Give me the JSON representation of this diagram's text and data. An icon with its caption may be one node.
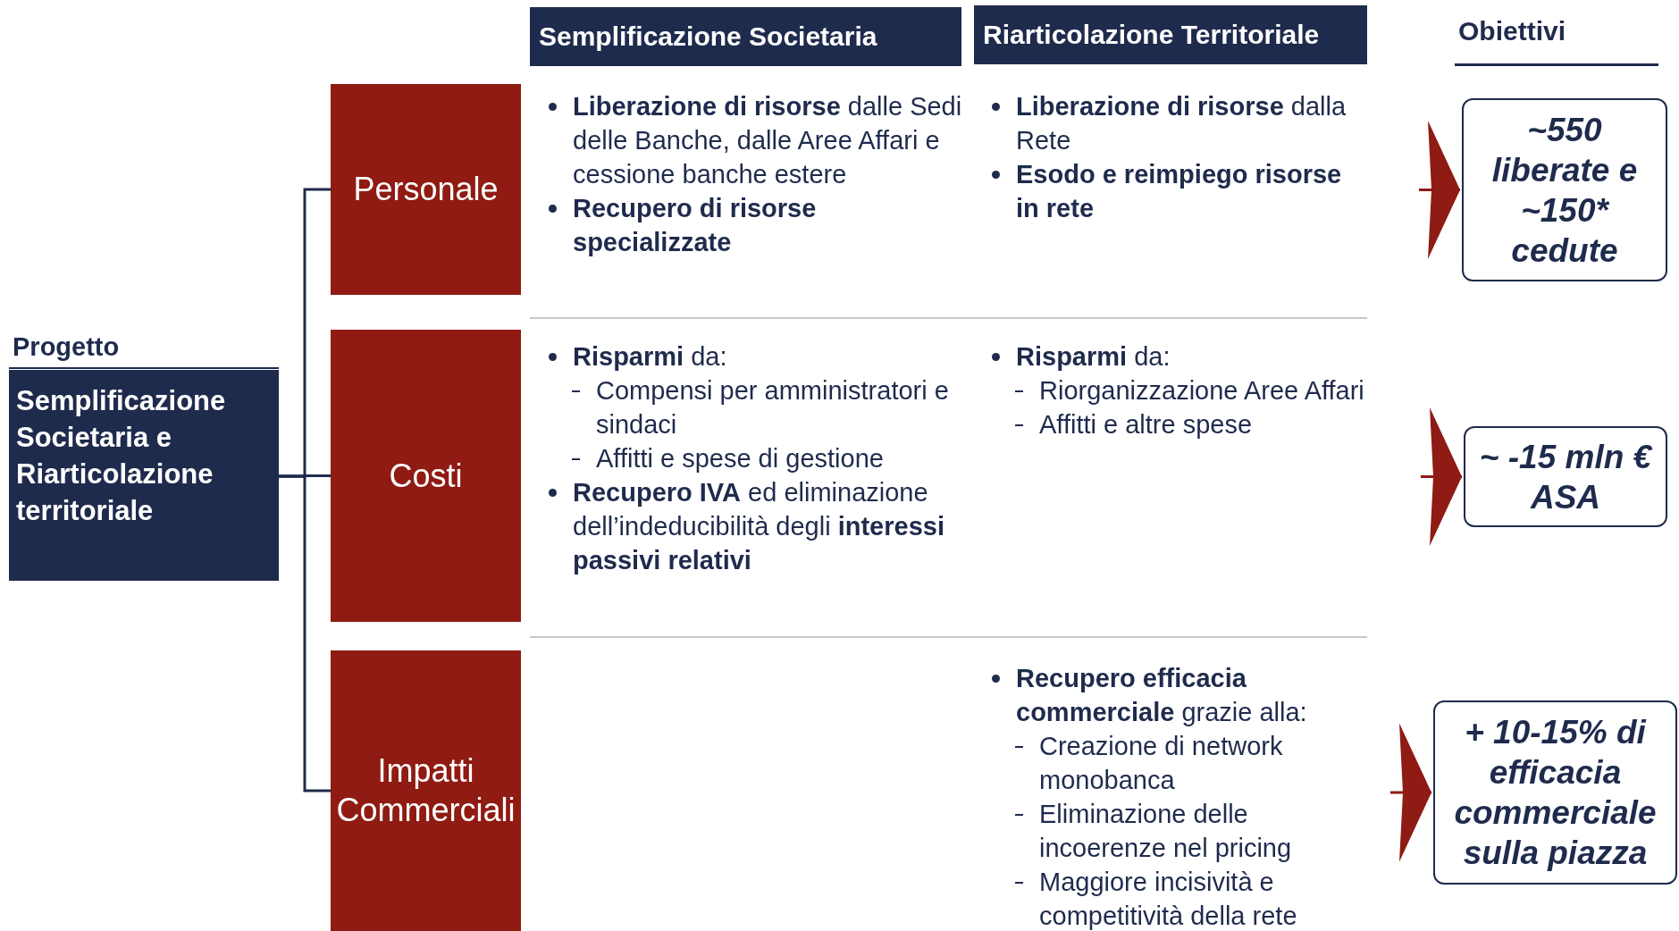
{
  "diagram": {
    "nodes": [
      {
        "text": [
          "Progetto",
          "Semplificazione Societaria e Riarticolazione territoriale"
        ]
      },
      {
        "text": [
          "Personale"
        ]
      },
      {
        "text": [
          "Costi"
        ]
      },
      {
        "text": [
          "Impatti Commerciali"
        ]
      },
      {
        "text": [
          "Semplificazione Societaria"
        ]
      },
      {
        "text": [
          "Riarticolazione Territoriale"
        ]
      },
      {
        "text": [
          "~550 liberate e ~150* cedute"
        ]
      },
      {
        "text": [
          "~ -15 mln € ASA"
        ]
      },
      {
        "text": [
          "+ 10-15% di efficacia commerciale sulla piazza"
        ]
      }
    ],
    "edges": [
      {
        "from": 0,
        "to": 1,
        "arrow": "none"
      },
      {
        "from": 0,
        "to": 2,
        "arrow": "none"
      },
      {
        "from": 0,
        "to": 3,
        "arrow": "none"
      },
      {
        "from": null,
        "to": 6,
        "arrow": "to",
        "color": "#8e1b14"
      },
      {
        "from": null,
        "to": 7,
        "arrow": "to",
        "color": "#8e1b14"
      },
      {
        "from": null,
        "to": 8,
        "arrow": "to",
        "color": "#8e1b14"
      }
    ],
    "labels": [
      "Obiettivi",
      "**Liberazione di risorse** dalle Sedi delle Banche, dalle Aree Affari e cessione banche estere",
      "**Recupero di risorse specializzate**",
      "**Liberazione di risorse** dalla Rete",
      "**Esodo e reimpiego risorse in rete**",
      "**Risparmi** da:",
      "Compensi per amministratori e sindaci",
      "Affitti e spese di gestione",
      "**Recupero IVA** ed eliminazione dell’indeducibilità degli **interessi passivi relativi**",
      "**Risparmi** da:",
      "Riorganizzazione Aree Affari",
      "Affitti e altre spese",
      "**Recupero efficacia commerciale** grazie alla:",
      "Creazione di network monobanca",
      "Eliminazione delle incoerenze nel pricing",
      "Maggiore incisività e competitività della rete"
    ]
  }
}
